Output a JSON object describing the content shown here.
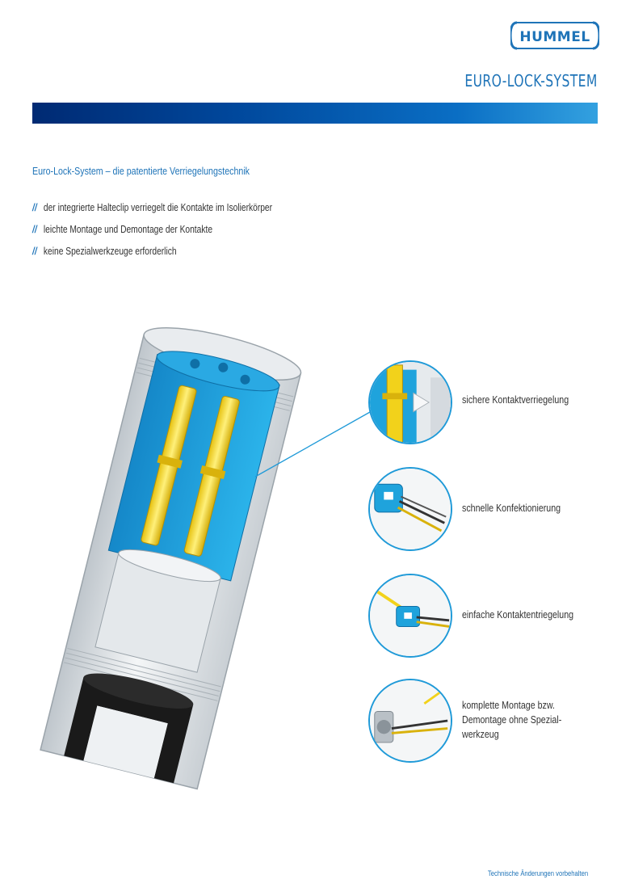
{
  "header": {
    "logo_text": "HUMMEL",
    "subtitle": "EURO-LOCK-SYSTEM",
    "accent_color": "#1f74b8",
    "bar_colors": [
      "#002a73",
      "#33a1e0"
    ]
  },
  "intro": {
    "headline": "Euro-Lock-System – die patentierte Verriegelungstechnik",
    "bullet_mark": "//",
    "bullets": [
      "der integrierte Halteclip verriegelt die Kontakte im Isolierkörper",
      "leichte Montage und Demontage der Kontakte",
      "keine Spezialwerkzeuge erforderlich"
    ]
  },
  "illustration": {
    "main_icon": "connector-cutaway-illustration",
    "colors": {
      "insulator": "#1fa3dc",
      "contacts": "#f2d21b",
      "housing": "#dfe4e8",
      "seal": "#1a1a1a"
    }
  },
  "details": [
    {
      "icon": "contact-lock-detail-icon",
      "lines": [
        "sichere Kontaktverriegelung"
      ]
    },
    {
      "icon": "fast-assembly-detail-icon",
      "lines": [
        "schnelle Konfektionierung"
      ]
    },
    {
      "icon": "contact-release-detail-icon",
      "lines": [
        "einfache Kontaktentriegelung"
      ]
    },
    {
      "icon": "tool-free-assembly-detail-icon",
      "lines": [
        "komplette Montage bzw.",
        "Demontage ohne Spezial-",
        "werkzeug"
      ]
    }
  ],
  "footer": {
    "note": "Technische Änderungen vorbehalten"
  }
}
